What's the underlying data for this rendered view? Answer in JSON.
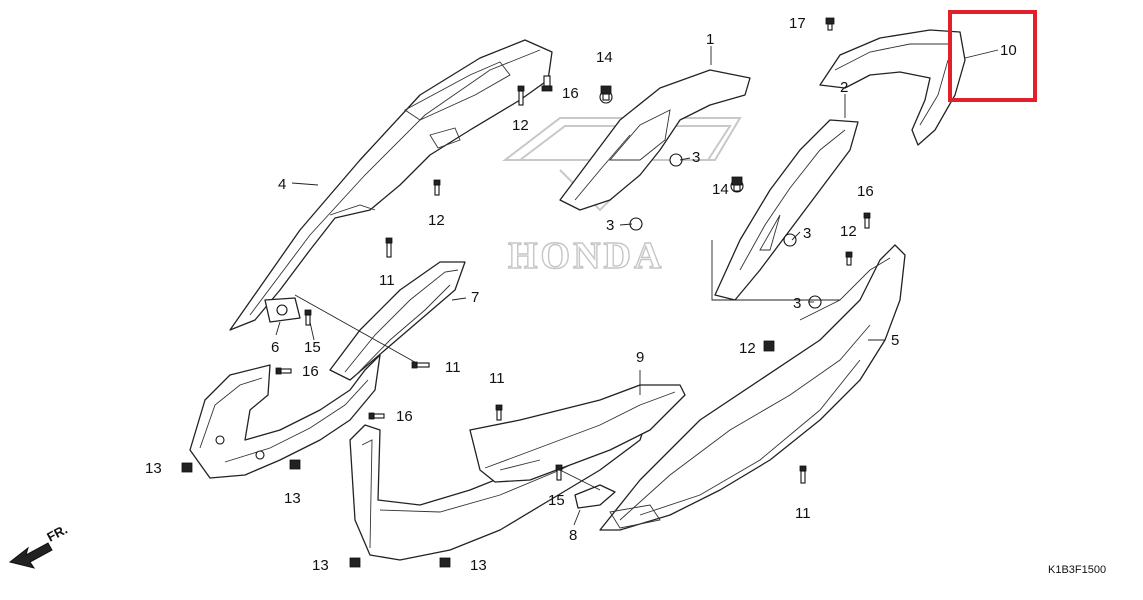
{
  "diagram": {
    "callouts": [
      {
        "id": "c1",
        "label": "1"
      },
      {
        "id": "c2",
        "label": "2"
      },
      {
        "id": "c3a",
        "label": "3"
      },
      {
        "id": "c3b",
        "label": "3"
      },
      {
        "id": "c3c",
        "label": "3"
      },
      {
        "id": "c3d",
        "label": "3"
      },
      {
        "id": "c4",
        "label": "4"
      },
      {
        "id": "c5",
        "label": "5"
      },
      {
        "id": "c6",
        "label": "6"
      },
      {
        "id": "c7",
        "label": "7"
      },
      {
        "id": "c8",
        "label": "8"
      },
      {
        "id": "c9",
        "label": "9"
      },
      {
        "id": "c10",
        "label": "10"
      },
      {
        "id": "c11a",
        "label": "11"
      },
      {
        "id": "c11b",
        "label": "11"
      },
      {
        "id": "c11c",
        "label": "11"
      },
      {
        "id": "c11d",
        "label": "11"
      },
      {
        "id": "c12a",
        "label": "12"
      },
      {
        "id": "c12b",
        "label": "12"
      },
      {
        "id": "c12c",
        "label": "12"
      },
      {
        "id": "c12d",
        "label": "12"
      },
      {
        "id": "c13a",
        "label": "13"
      },
      {
        "id": "c13b",
        "label": "13"
      },
      {
        "id": "c13c",
        "label": "13"
      },
      {
        "id": "c13d",
        "label": "13"
      },
      {
        "id": "c14a",
        "label": "14"
      },
      {
        "id": "c14b",
        "label": "14"
      },
      {
        "id": "c15a",
        "label": "15"
      },
      {
        "id": "c15b",
        "label": "15"
      },
      {
        "id": "c16a",
        "label": "16"
      },
      {
        "id": "c16b",
        "label": "16"
      },
      {
        "id": "c16c",
        "label": "16"
      },
      {
        "id": "c16d",
        "label": "16"
      },
      {
        "id": "c17",
        "label": "17"
      }
    ],
    "watermark_text": "HONDA",
    "direction_label": "FR.",
    "diagram_code": "K1B3F1500",
    "highlight": {
      "target": "10",
      "color": "#e0202a"
    }
  }
}
